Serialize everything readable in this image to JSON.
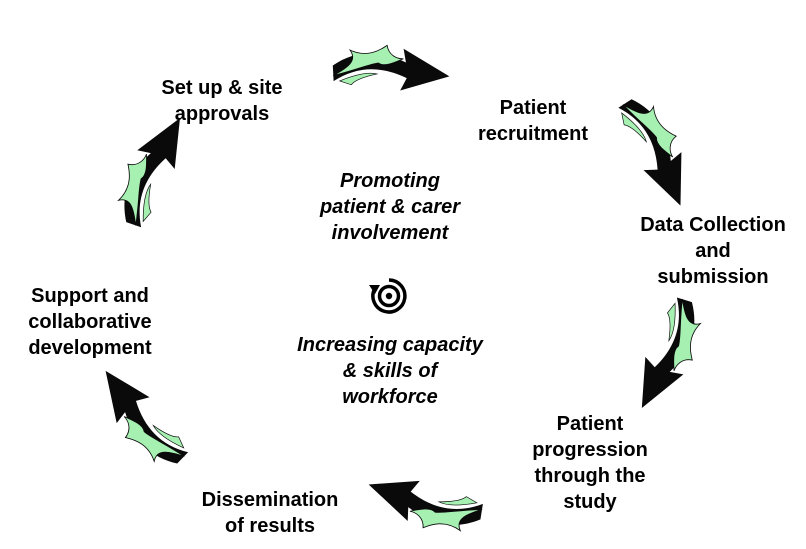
{
  "stages": [
    {
      "lines": [
        "Patient",
        "recruitment"
      ]
    },
    {
      "lines": [
        "Data Collection",
        "and",
        "submission"
      ]
    },
    {
      "lines": [
        "Patient",
        "progression",
        "through the",
        "study"
      ]
    },
    {
      "lines": [
        "Dissemination",
        "of results"
      ]
    },
    {
      "lines": [
        "Support and",
        "collaborative",
        "development"
      ]
    },
    {
      "lines": [
        "Set up & site",
        "approvals"
      ]
    }
  ],
  "center": {
    "top": [
      "Promoting",
      "patient & carer",
      "involvement"
    ],
    "bottom": [
      "Increasing capacity",
      "& skills of",
      "workforce"
    ],
    "icon": "cycle-target-icon"
  },
  "colors": {
    "arrow_fill": "#a6f0b2",
    "arrow_dark": "#0a0a0a",
    "text": "#000000"
  }
}
